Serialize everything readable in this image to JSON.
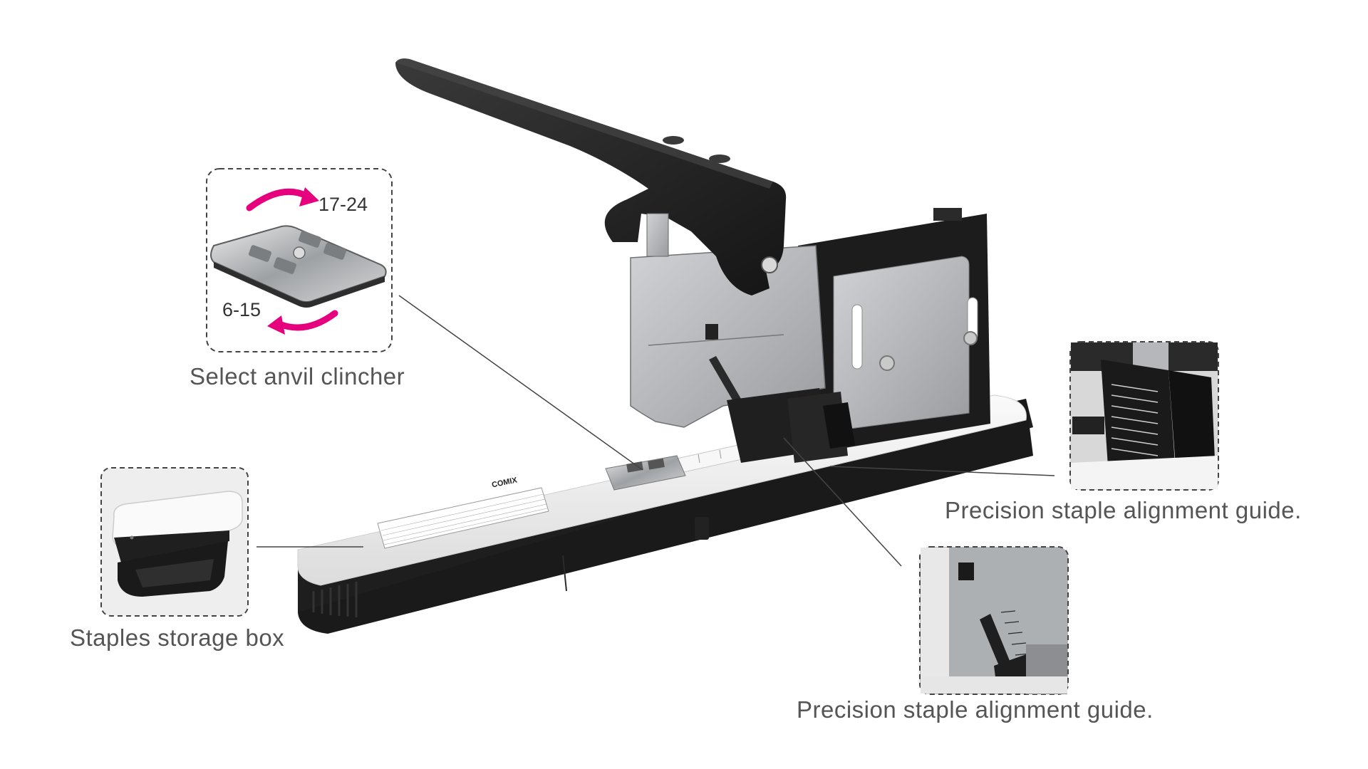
{
  "callouts": {
    "anvil_label": "Select anvil clincher",
    "anvil_range_high": "17-24",
    "anvil_range_low": "6-15",
    "storage_label": "Staples storage box",
    "guide_label_1": "Precision staple alignment guide.",
    "guide_label_2": "Precision staple alignment guide."
  },
  "product": {
    "brand_mark": "COMIX"
  },
  "colors": {
    "arrow_magenta": "#e6007e",
    "stapler_black": "#222222",
    "stapler_white": "#f2f2f2",
    "metal_silver": "#b5b7ba",
    "label_gray": "#555555",
    "dash_border": "#444444"
  }
}
